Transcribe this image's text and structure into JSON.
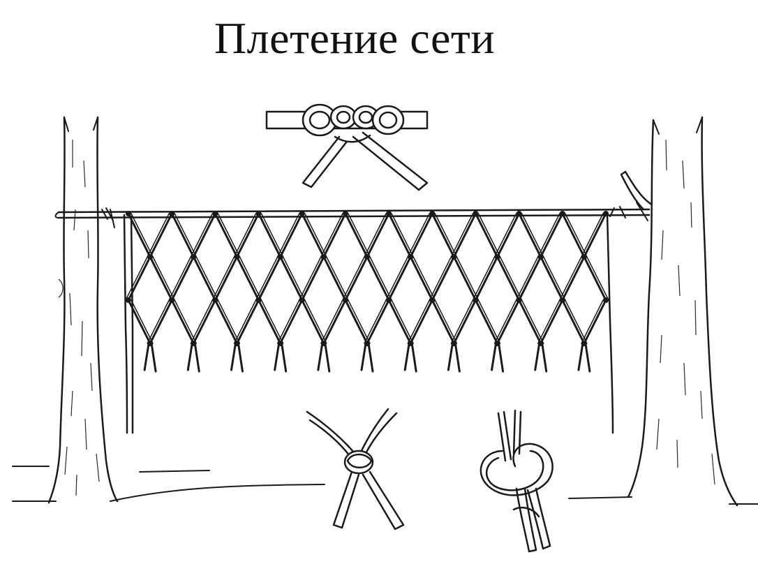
{
  "title": "Плетение сети",
  "colors": {
    "ink": "#1a1a1a",
    "background": "#ffffff"
  },
  "icons": [
    "tree-left",
    "tree-right",
    "net",
    "knot-on-rope",
    "crossing-knot",
    "overhand-knot"
  ]
}
